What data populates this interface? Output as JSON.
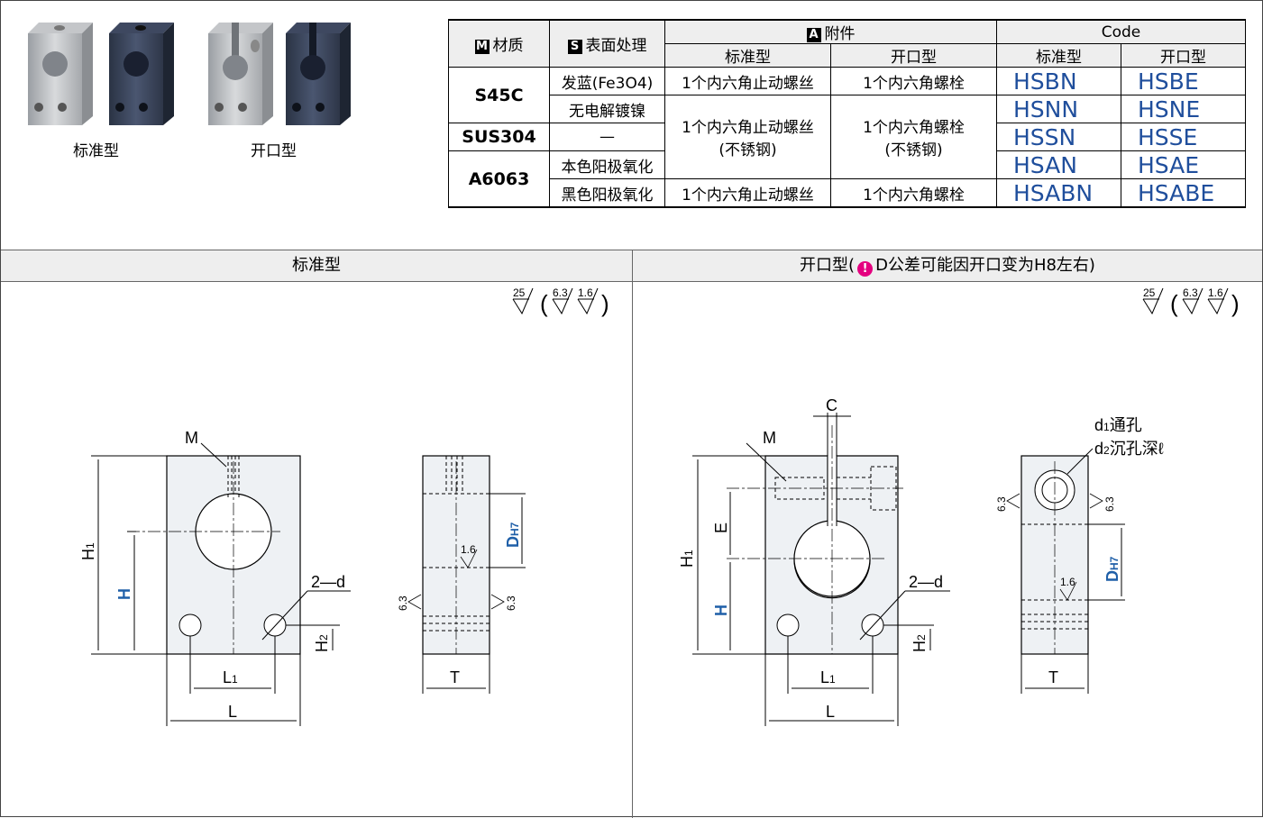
{
  "photos": {
    "standard_caption": "标准型",
    "open_caption": "开口型"
  },
  "table": {
    "headers": {
      "material_badge": "M",
      "material": "材质",
      "surface_badge": "S",
      "surface": "表面处理",
      "accessory_badge": "A",
      "accessory": "附件",
      "code": "Code",
      "standard": "标准型",
      "open": "开口型"
    },
    "rows": [
      {
        "material": "S45C",
        "surface": "发蓝(Fe3O4)",
        "acc_std": "1个内六角止动螺丝",
        "acc_open": "1个内六角螺栓",
        "code_std": "HSBN",
        "code_open": "HSBE"
      },
      {
        "surface": "无电解镀镍",
        "acc_std": "1个内六角止动螺丝",
        "acc_std2": "(不锈钢)",
        "acc_open": "1个内六角螺栓",
        "acc_open2": "(不锈钢)",
        "code_std": "HSNN",
        "code_open": "HSNE"
      },
      {
        "material": "SUS304",
        "surface": "—",
        "code_std": "HSSN",
        "code_open": "HSSE"
      },
      {
        "material": "A6063",
        "surface": "本色阳极氧化",
        "code_std": "HSAN",
        "code_open": "HSAE"
      },
      {
        "surface": "黑色阳极氧化",
        "acc_std": "1个内六角止动螺丝",
        "acc_open": "1个内六角螺栓",
        "code_std": "HSABN",
        "code_open": "HSABE"
      }
    ]
  },
  "sections": {
    "standard_title": "标准型",
    "open_title": "开口型(",
    "open_note": "D公差可能因开口变为H8左右)",
    "warn_icon": "!"
  },
  "roughness": {
    "main": "25",
    "a": "6.3",
    "b": "1.6"
  },
  "labels": {
    "M": "M",
    "H1": "H",
    "H1sub": "1",
    "H": "H",
    "H2": "H",
    "H2sub": "2",
    "L": "L",
    "L1": "L",
    "L1sub": "1",
    "d2": "2—d",
    "T": "T",
    "D": "D",
    "Dsub": "H7",
    "r16": "1.6",
    "r63": "6.3",
    "C": "C",
    "E": "E",
    "d1": "d",
    "d1sub": "1",
    "d1text": "通孔",
    "d2c": "d",
    "d2csub": "2",
    "d2ctext": "沉孔深ℓ"
  },
  "colors": {
    "blue": "#1f5fa8",
    "code": "#1f4e9c",
    "warn": "#e4007f"
  }
}
